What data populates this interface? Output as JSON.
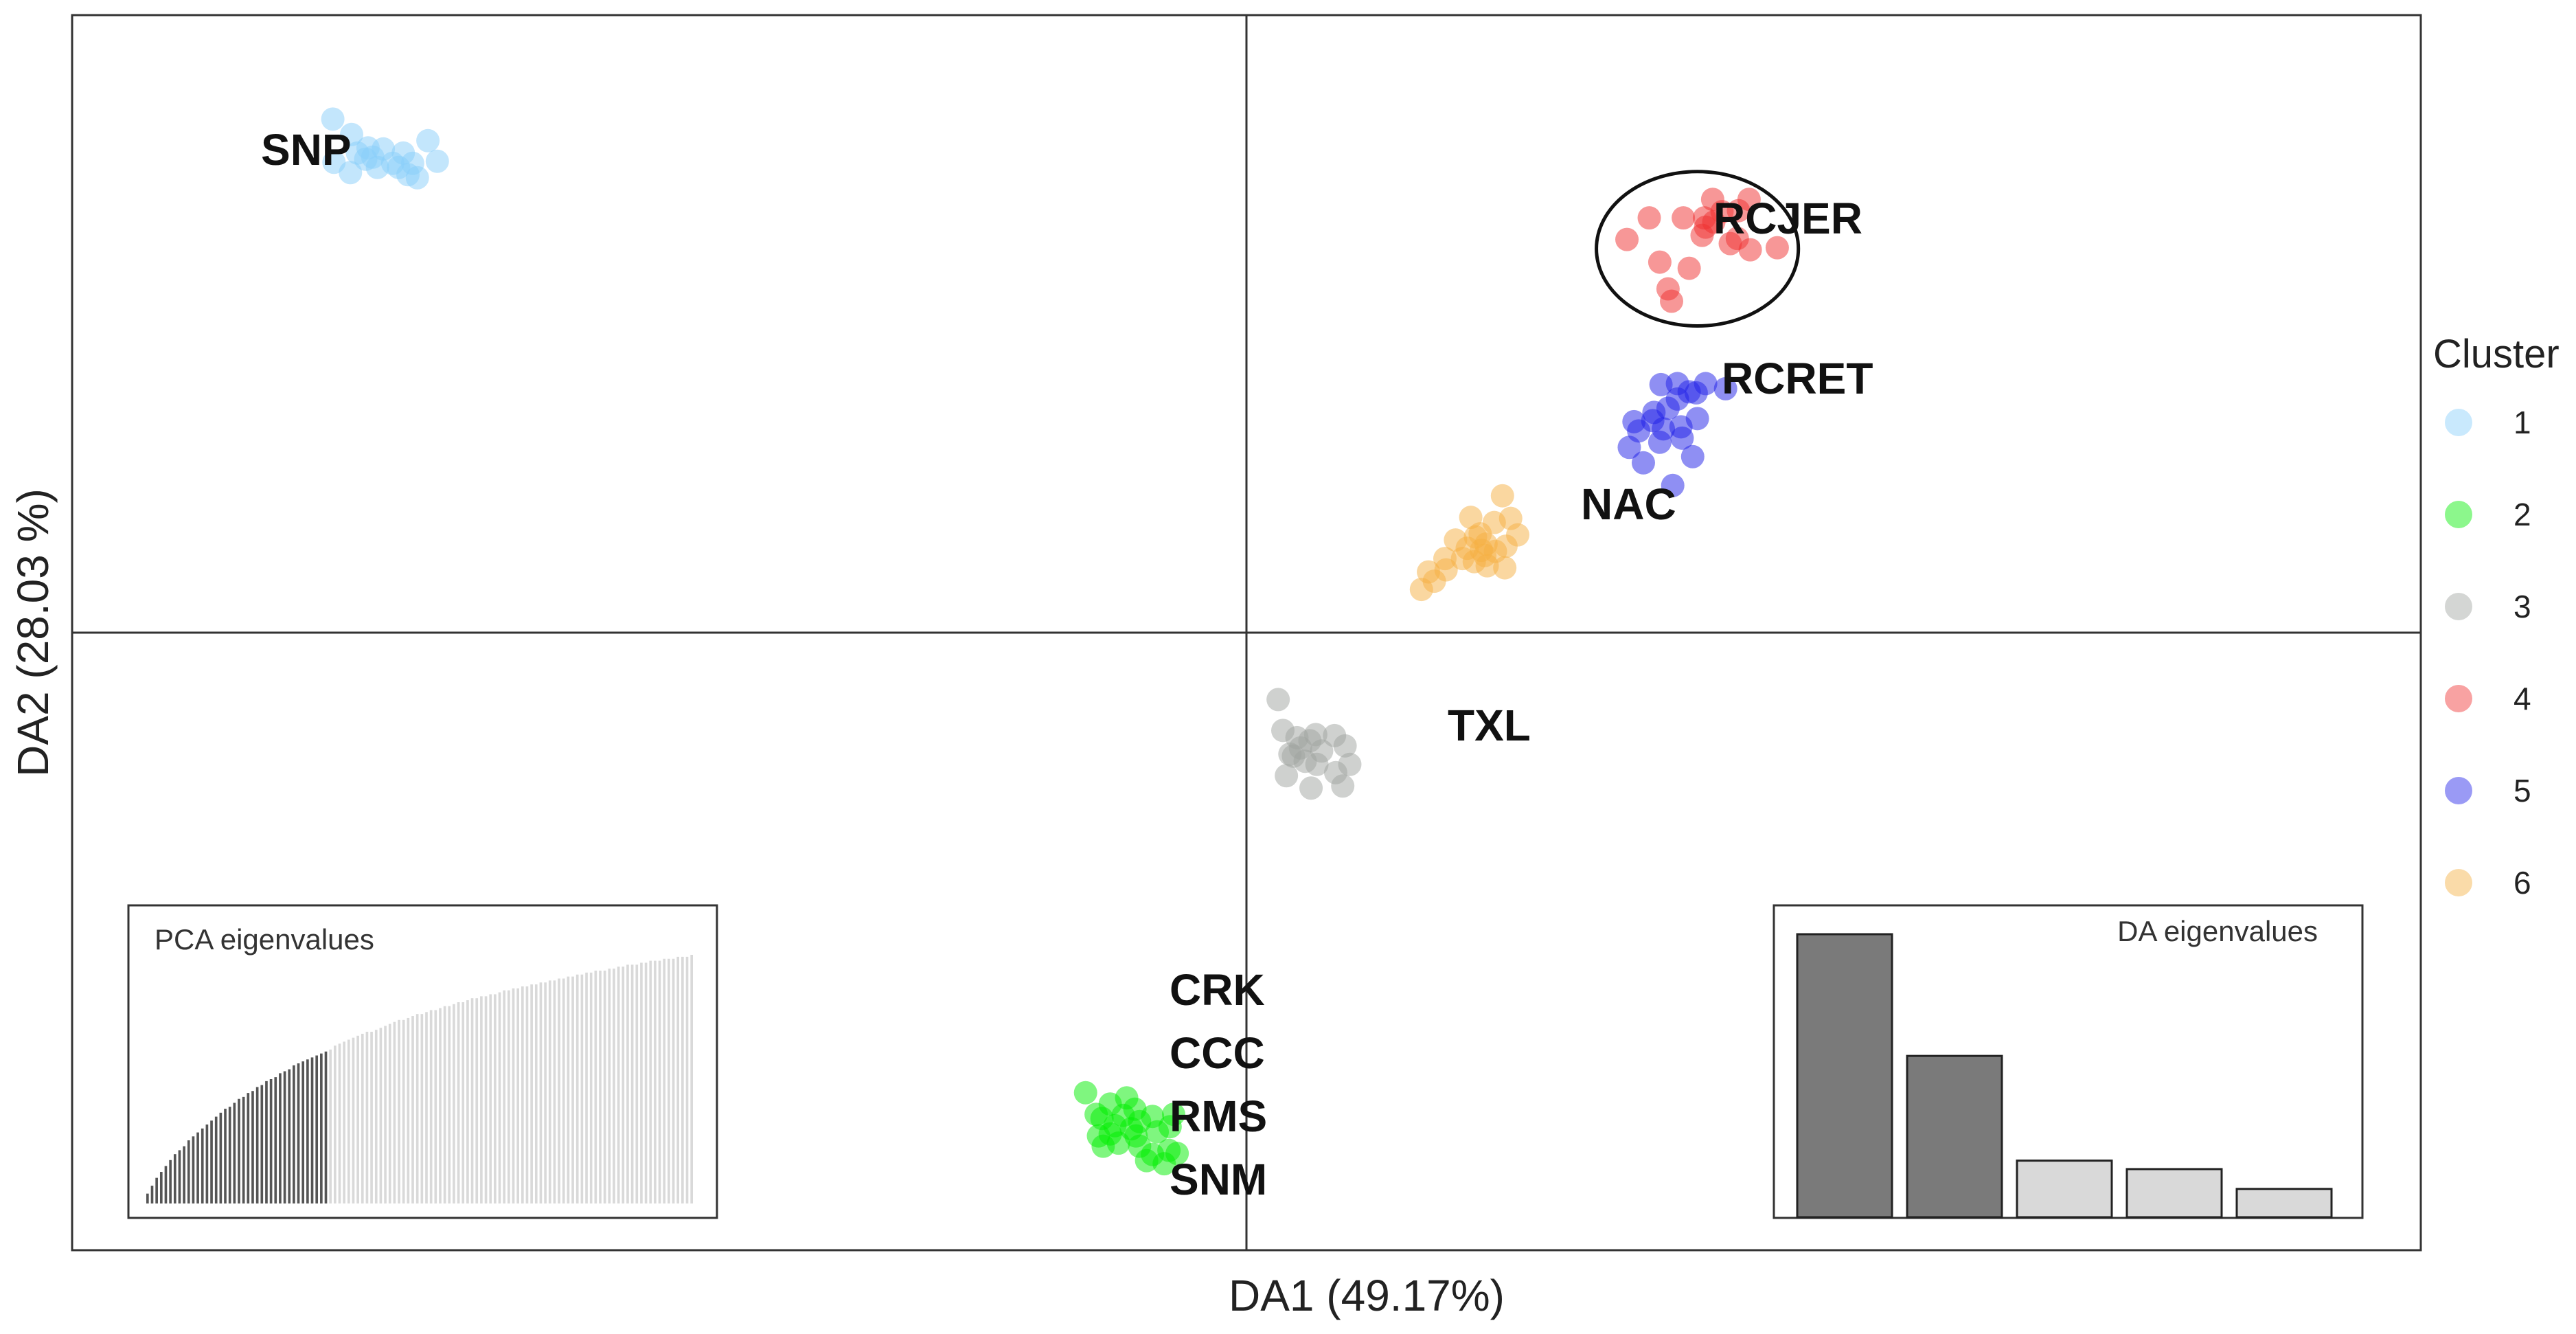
{
  "chart_data": {
    "type": "scatter",
    "title": "",
    "xlabel": "DA1 (49.17%)",
    "ylabel": "DA2 (28.03 %)",
    "xlim": [
      -10,
      10
    ],
    "ylim": [
      -6,
      6
    ],
    "legend": {
      "title": "Cluster",
      "placement": "right",
      "entries": [
        {
          "label": "1",
          "color": "#87CEFA"
        },
        {
          "label": "2",
          "color": "#00EE00"
        },
        {
          "label": "3",
          "color": "#A0A4A0"
        },
        {
          "label": "4",
          "color": "#F03030"
        },
        {
          "label": "5",
          "color": "#2020E8"
        },
        {
          "label": "6",
          "color": "#F5B041"
        }
      ]
    },
    "groups": [
      {
        "label": "SNP",
        "cluster": "1",
        "points": [
          [
            -7.78,
            4.99
          ],
          [
            -7.62,
            4.84
          ],
          [
            -7.44,
            4.62
          ],
          [
            -7.57,
            4.66
          ],
          [
            -7.35,
            4.7
          ],
          [
            -7.18,
            4.66
          ],
          [
            -7.1,
            4.56
          ],
          [
            -7.27,
            4.56
          ],
          [
            -7.4,
            4.52
          ],
          [
            -7.14,
            4.45
          ],
          [
            -7.06,
            4.42
          ],
          [
            -7.77,
            4.57
          ],
          [
            -7.63,
            4.47
          ],
          [
            -6.97,
            4.78
          ],
          [
            -6.89,
            4.58
          ],
          [
            -7.48,
            4.71
          ],
          [
            -7.22,
            4.52
          ],
          [
            -7.5,
            4.6
          ]
        ]
      },
      {
        "label": "CRK CCC RMS SNM",
        "cluster": "2",
        "points": [
          [
            -1.37,
            -4.47
          ],
          [
            -1.16,
            -4.58
          ],
          [
            -1.23,
            -4.72
          ],
          [
            -1.16,
            -4.87
          ],
          [
            -1.02,
            -4.52
          ],
          [
            -1.12,
            -4.79
          ],
          [
            -0.95,
            -4.63
          ],
          [
            -0.8,
            -4.7
          ],
          [
            -0.91,
            -4.75
          ],
          [
            -1.26,
            -4.89
          ],
          [
            -1.09,
            -4.96
          ],
          [
            -0.91,
            -4.99
          ],
          [
            -0.76,
            -4.85
          ],
          [
            -0.66,
            -5.03
          ],
          [
            -0.8,
            -5.07
          ],
          [
            -0.85,
            -5.13
          ],
          [
            -0.7,
            -5.16
          ],
          [
            -0.59,
            -5.06
          ],
          [
            -1.05,
            -4.69
          ],
          [
            -0.94,
            -4.89
          ],
          [
            -1.28,
            -4.68
          ],
          [
            -0.98,
            -4.82
          ],
          [
            -0.65,
            -4.8
          ],
          [
            -1.22,
            -4.99
          ],
          [
            -0.62,
            -4.68
          ]
        ]
      },
      {
        "label": "TXL",
        "cluster": "3",
        "points": [
          [
            0.27,
            -0.65
          ],
          [
            0.31,
            -0.95
          ],
          [
            0.43,
            -1.02
          ],
          [
            0.54,
            -1.05
          ],
          [
            0.59,
            -0.99
          ],
          [
            0.46,
            -1.12
          ],
          [
            0.37,
            -1.18
          ],
          [
            0.5,
            -1.25
          ],
          [
            0.64,
            -1.15
          ],
          [
            0.84,
            -1.1
          ],
          [
            0.75,
            -1.0
          ],
          [
            0.34,
            -1.39
          ],
          [
            0.55,
            -1.51
          ],
          [
            0.76,
            -1.36
          ],
          [
            0.88,
            -1.28
          ],
          [
            0.82,
            -1.49
          ],
          [
            0.4,
            -1.2
          ],
          [
            0.6,
            -1.28
          ]
        ]
      },
      {
        "label": "RCJER",
        "cluster": "4",
        "points": [
          [
            3.43,
            4.03
          ],
          [
            3.72,
            4.03
          ],
          [
            3.97,
            4.21
          ],
          [
            4.05,
            4.09
          ],
          [
            3.9,
            4.03
          ],
          [
            4.19,
            4.1
          ],
          [
            4.28,
            4.21
          ],
          [
            3.88,
            3.86
          ],
          [
            3.91,
            3.94
          ],
          [
            4.12,
            3.78
          ],
          [
            4.29,
            3.72
          ],
          [
            4.52,
            3.74
          ],
          [
            3.52,
            3.6
          ],
          [
            3.77,
            3.54
          ],
          [
            3.24,
            3.82
          ],
          [
            4.18,
            3.83
          ],
          [
            3.98,
            3.99
          ],
          [
            3.59,
            3.34
          ],
          [
            3.62,
            3.22
          ]
        ]
      },
      {
        "label": "RCRET",
        "cluster": "5",
        "points": [
          [
            3.53,
            2.41
          ],
          [
            3.67,
            2.42
          ],
          [
            3.83,
            2.33
          ],
          [
            3.67,
            2.27
          ],
          [
            3.91,
            2.42
          ],
          [
            3.77,
            2.34
          ],
          [
            3.3,
            2.05
          ],
          [
            3.47,
            2.14
          ],
          [
            3.59,
            2.18
          ],
          [
            3.46,
            2.06
          ],
          [
            3.34,
            1.96
          ],
          [
            3.55,
            1.98
          ],
          [
            3.84,
            2.08
          ],
          [
            3.71,
            1.89
          ],
          [
            3.26,
            1.8
          ],
          [
            3.8,
            1.71
          ],
          [
            3.38,
            1.65
          ],
          [
            3.52,
            1.85
          ],
          [
            3.7,
            2.0
          ],
          [
            4.08,
            2.37
          ],
          [
            3.63,
            1.43
          ]
        ]
      },
      {
        "label": "NAC",
        "cluster": "6",
        "points": [
          [
            2.18,
            1.33
          ],
          [
            1.91,
            1.12
          ],
          [
            2.11,
            1.07
          ],
          [
            2.25,
            1.11
          ],
          [
            1.78,
            0.9
          ],
          [
            1.95,
            0.93
          ],
          [
            2.04,
            0.86
          ],
          [
            2.21,
            0.84
          ],
          [
            2.0,
            0.8
          ],
          [
            1.84,
            0.72
          ],
          [
            2.05,
            0.65
          ],
          [
            2.2,
            0.63
          ],
          [
            1.55,
            0.59
          ],
          [
            1.7,
            0.61
          ],
          [
            1.69,
            0.72
          ],
          [
            1.94,
            0.69
          ],
          [
            2.12,
            0.79
          ],
          [
            2.31,
            0.95
          ],
          [
            1.99,
            0.96
          ],
          [
            1.88,
            0.82
          ],
          [
            2.03,
            0.75
          ],
          [
            1.6,
            0.5
          ],
          [
            1.49,
            0.42
          ]
        ]
      }
    ],
    "reference_lines": {
      "x": 0,
      "y": 0
    },
    "highlight_circle": {
      "group": "RCJER",
      "center": [
        3.84,
        3.73
      ],
      "radius_x": 0.86,
      "radius_y": 0.75
    },
    "insets": [
      {
        "title": "PCA eigenvalues",
        "placement": "bottom-left",
        "type": "bar",
        "retained": 40,
        "values": [
          5,
          9,
          13,
          16,
          19,
          22,
          25,
          27,
          29,
          32,
          34,
          36,
          38,
          40,
          42,
          44,
          46,
          48,
          49,
          51,
          53,
          54,
          56,
          57,
          59,
          60,
          62,
          63,
          64,
          66,
          67,
          68,
          70,
          71,
          72,
          73,
          74,
          75,
          76,
          77,
          78,
          80,
          81,
          82,
          83,
          84,
          85,
          86,
          87,
          87,
          88,
          89,
          90,
          91,
          92,
          93,
          93,
          94,
          95,
          96,
          96,
          97,
          98,
          98,
          99,
          100,
          100,
          101,
          102,
          102,
          103,
          104,
          104,
          105,
          105,
          106,
          106,
          107,
          108,
          108,
          109,
          109,
          110,
          110,
          111,
          111,
          112,
          112,
          113,
          113,
          114,
          114,
          115,
          115,
          116,
          116,
          117,
          117,
          118,
          118,
          118,
          119,
          119,
          120,
          120,
          121,
          121,
          121,
          122,
          122,
          123,
          123,
          123,
          124,
          124,
          124,
          125,
          125,
          125,
          126
        ]
      },
      {
        "title": "DA eigenvalues",
        "placement": "bottom-right",
        "type": "bar",
        "retained": 2,
        "values": [
          100,
          57,
          20,
          17,
          10
        ]
      }
    ],
    "grid": false
  }
}
